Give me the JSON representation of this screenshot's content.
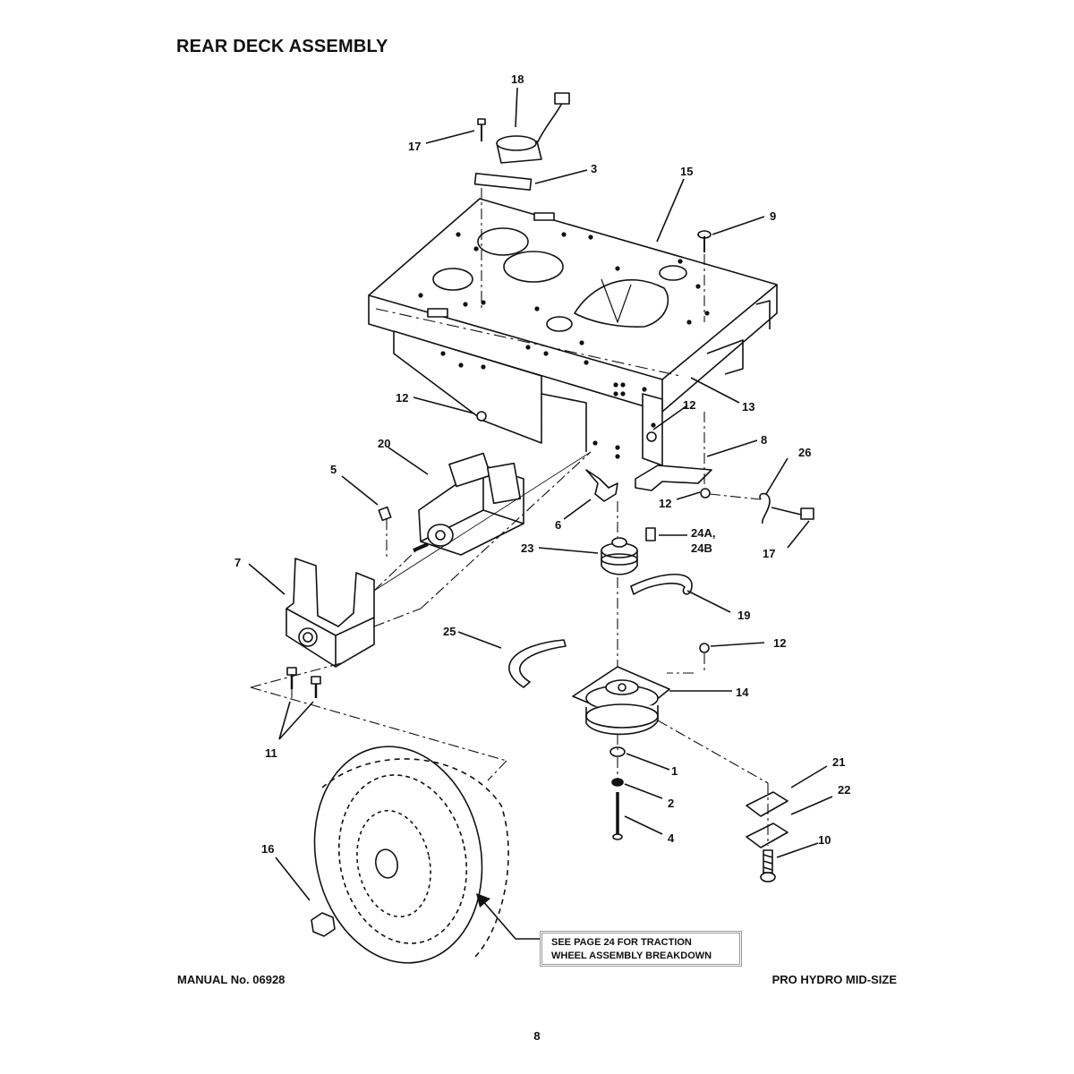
{
  "header": {
    "title": "REAR DECK ASSEMBLY"
  },
  "footer": {
    "manual": "MANUAL No. 06928",
    "model": "PRO HYDRO MID-SIZE",
    "page": "8"
  },
  "note": {
    "line1": "SEE PAGE 24 FOR TRACTION",
    "line2": "WHEEL ASSEMBLY BREAKDOWN"
  },
  "callouts": {
    "c1": "1",
    "c2": "2",
    "c3": "3",
    "c4": "4",
    "c5": "5",
    "c6": "6",
    "c7": "7",
    "c8": "8",
    "c9": "9",
    "c10": "10",
    "c11": "11",
    "c12a": "12",
    "c12b": "12",
    "c12c": "12",
    "c12d": "12",
    "c13": "13",
    "c14": "14",
    "c15": "15",
    "c16": "16",
    "c17a": "17",
    "c17b": "17",
    "c18": "18",
    "c19": "19",
    "c20": "20",
    "c21": "21",
    "c22": "22",
    "c23": "23",
    "c24a": "24A,",
    "c24b": "24B",
    "c25": "25",
    "c26": "26"
  }
}
